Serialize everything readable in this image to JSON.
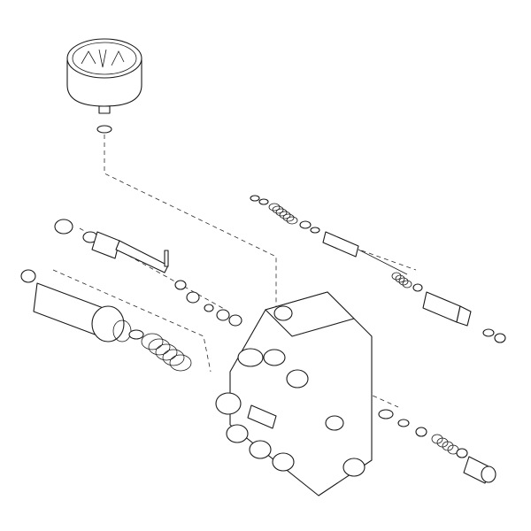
{
  "diagram": {
    "type": "exploded-assembly",
    "background": "#ffffff",
    "line_color": "#1a1a1a",
    "parts": [
      "pressure-gauge",
      "o-ring",
      "valve-body",
      "relief-valve-stem",
      "cartridge-assembly",
      "spring",
      "handle-knob",
      "detent-spring",
      "plug-fitting",
      "roll-pin",
      "nut"
    ]
  }
}
